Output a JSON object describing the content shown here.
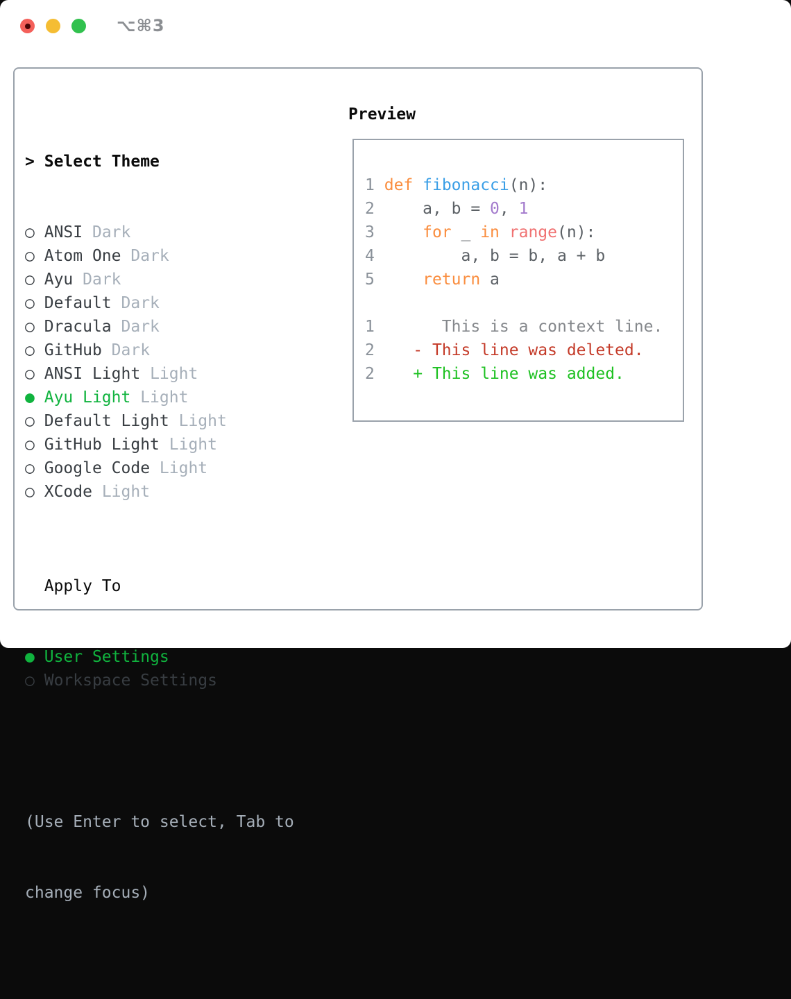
{
  "window": {
    "shortcut": "⌥⌘3"
  },
  "theme_picker": {
    "header_prefix": ">",
    "header": "Select Theme",
    "markers": {
      "selected": "●",
      "unselected": "○"
    },
    "items": [
      {
        "name": "ANSI",
        "variant": "Dark",
        "selected": false
      },
      {
        "name": "Atom One",
        "variant": "Dark",
        "selected": false
      },
      {
        "name": "Ayu",
        "variant": "Dark",
        "selected": false
      },
      {
        "name": "Default",
        "variant": "Dark",
        "selected": false
      },
      {
        "name": "Dracula",
        "variant": "Dark",
        "selected": false
      },
      {
        "name": "GitHub",
        "variant": "Dark",
        "selected": false
      },
      {
        "name": "ANSI Light",
        "variant": "Light",
        "selected": false
      },
      {
        "name": "Ayu Light",
        "variant": "Light",
        "selected": true
      },
      {
        "name": "Default Light",
        "variant": "Light",
        "selected": false
      },
      {
        "name": "GitHub Light",
        "variant": "Light",
        "selected": false
      },
      {
        "name": "Google Code",
        "variant": "Light",
        "selected": false
      },
      {
        "name": "XCode",
        "variant": "Light",
        "selected": false
      }
    ]
  },
  "apply_to": {
    "header": "Apply To",
    "options": [
      {
        "label": "User Settings",
        "selected": true
      },
      {
        "label": "Workspace Settings",
        "selected": false
      }
    ]
  },
  "help_lines": [
    "(Use Enter to select, Tab to",
    "change focus)"
  ],
  "preview": {
    "header": "Preview",
    "code_lines": [
      {
        "num": "1",
        "segs": [
          [
            "def",
            "keyword"
          ],
          [
            " ",
            "plain"
          ],
          [
            "fibonacci",
            "function"
          ],
          [
            "(n):",
            "plain"
          ]
        ]
      },
      {
        "num": "2",
        "segs": [
          [
            "    a, b = ",
            "plain"
          ],
          [
            "0",
            "number"
          ],
          [
            ", ",
            "plain"
          ],
          [
            "1",
            "number"
          ]
        ]
      },
      {
        "num": "3",
        "segs": [
          [
            "    ",
            "plain"
          ],
          [
            "for",
            "keyword"
          ],
          [
            " _ ",
            "plain"
          ],
          [
            "in",
            "keyword"
          ],
          [
            " ",
            "plain"
          ],
          [
            "range",
            "builtin"
          ],
          [
            "(n):",
            "plain"
          ]
        ]
      },
      {
        "num": "4",
        "segs": [
          [
            "        a, b = b, a + b",
            "plain"
          ]
        ]
      },
      {
        "num": "5",
        "segs": [
          [
            "    ",
            "plain"
          ],
          [
            "return",
            "keyword"
          ],
          [
            " a",
            "plain"
          ]
        ]
      },
      {
        "num": "",
        "segs": []
      },
      {
        "num": "1",
        "segs": [
          [
            "      This is a context line.",
            "context"
          ]
        ]
      },
      {
        "num": "2",
        "segs": [
          [
            "   - This line was deleted.",
            "deleted"
          ]
        ]
      },
      {
        "num": "2",
        "segs": [
          [
            "   + This line was added.",
            "added"
          ]
        ]
      }
    ]
  },
  "colors": {
    "traffic_red": "#f4605a",
    "traffic_red_dot": "#4a0506",
    "traffic_yellow": "#f5bd33",
    "traffic_green": "#31c14e",
    "shortcut_gray": "#8b8e92",
    "panel_border": "#9aa2ab",
    "header_text": "#0a0a0a",
    "item_text": "#383d42",
    "muted_gray": "#a6afb9",
    "selected_green": "#10b33e",
    "line_number_gray": "#8a9199",
    "code_text": "#5c6166",
    "keyword_orange": "#fa8d3e",
    "function_blue": "#399ee6",
    "number_purple": "#a37acc",
    "builtin_pink": "#f07171",
    "diff_context_gray": "#85888c",
    "diff_deleted_red": "#c43a28",
    "diff_added_green": "#1ec122"
  }
}
